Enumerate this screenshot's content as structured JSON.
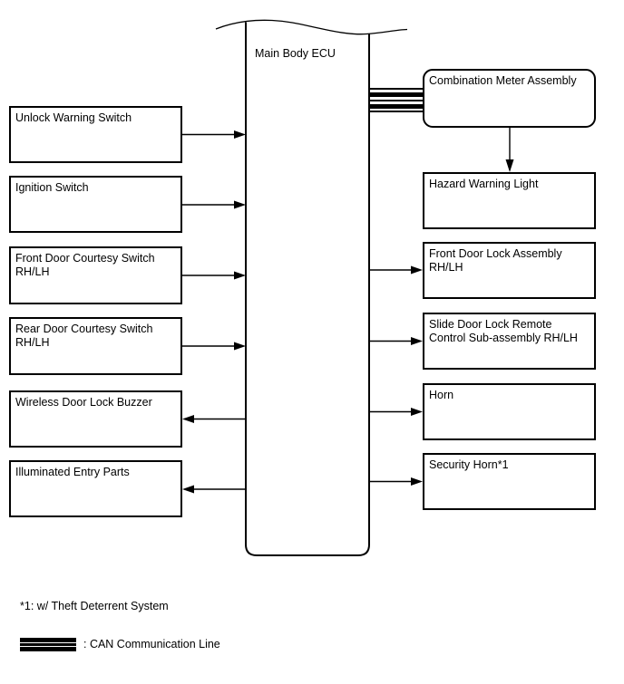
{
  "colors": {
    "line": "#000000",
    "background": "#ffffff"
  },
  "diagram": {
    "ecu": {
      "label": "Main Body ECU"
    },
    "left_boxes": [
      "Unlock Warning Switch",
      "Ignition Switch",
      "Front Door Courtesy Switch RH/LH",
      "Rear Door Courtesy Switch RH/LH",
      "Wireless Door Lock Buzzer",
      "Illuminated Entry Parts"
    ],
    "right_boxes": [
      "Combination Meter Assembly",
      "Hazard Warning Light",
      "Front Door Lock Assembly RH/LH",
      "Slide Door Lock Remote Control Sub-assembly RH/LH",
      "Horn",
      "Security Horn*1"
    ]
  },
  "legend": {
    "footnote": "*1: w/ Theft Deterrent System",
    "can_label": ": CAN Communication Line"
  }
}
